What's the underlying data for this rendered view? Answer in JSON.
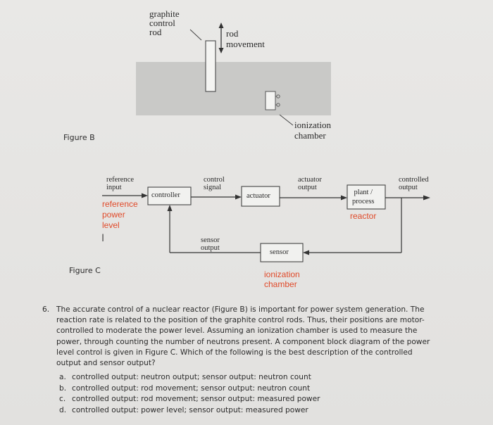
{
  "figure_b": {
    "caption": "Figure B",
    "label_graphite_1": "graphite",
    "label_graphite_2": "control",
    "label_graphite_3": "rod",
    "label_rod_1": "rod",
    "label_rod_2": "movement",
    "label_ion_1": "ionization",
    "label_ion_2": "chamber"
  },
  "figure_c": {
    "caption": "Figure C",
    "reference_input_1": "reference",
    "reference_input_2": "input",
    "controller": "controller",
    "control_signal_1": "control",
    "control_signal_2": "signal",
    "actuator": "actuator",
    "actuator_output_1": "actuator",
    "actuator_output_2": "output",
    "plant_1": "plant /",
    "plant_2": "process",
    "controlled_output_1": "controlled",
    "controlled_output_2": "output",
    "sensor": "sensor",
    "sensor_output_1": "sensor",
    "sensor_output_2": "output",
    "hand_reference_1": "reference",
    "hand_reference_2": "power",
    "hand_reference_3": "level",
    "hand_reactor": "reactor",
    "hand_ion_1": "ionization",
    "hand_ion_2": "chamber"
  },
  "question": {
    "number": "6.",
    "lines": [
      "The accurate control of a nuclear reactor (Figure B) is important for power system generation. The",
      "reaction rate is related to the position of the graphite control rods. Thus, their positions are motor-",
      "controlled to moderate the power level. Assuming an ionization chamber is used to measure the",
      "power, through counting the number of neutrons present. A component block diagram of the power",
      "level control is given in Figure C. Which of the following is the best description of the controlled",
      "output and sensor output?"
    ],
    "options": [
      {
        "letter": "a.",
        "text": "controlled output: neutron output; sensor output: neutron count"
      },
      {
        "letter": "b.",
        "text": "controlled output: rod movement; sensor output: neutron count"
      },
      {
        "letter": "c.",
        "text": "controlled output: rod movement; sensor output: measured power"
      },
      {
        "letter": "d.",
        "text": "controlled output: power level; sensor output: measured power"
      }
    ]
  }
}
